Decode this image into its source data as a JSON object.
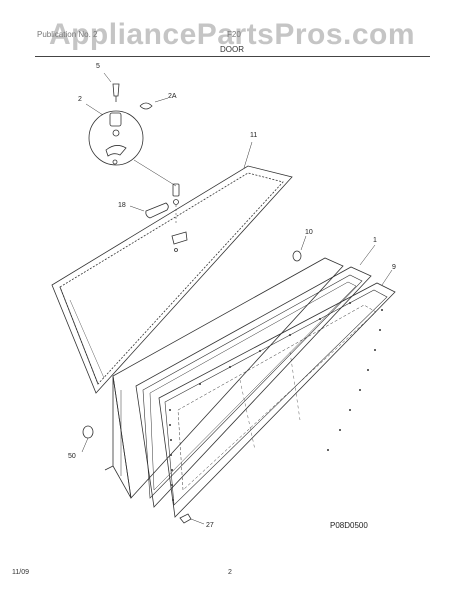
{
  "watermark": "AppliancePartsPros.com",
  "header": {
    "left_text": "Publication No. 2",
    "mid_text": "F20",
    "title": "DOOR"
  },
  "callouts": {
    "c5": "5",
    "c2": "2",
    "c2a": "2A",
    "c11": "11",
    "c18": "18",
    "c10": "10",
    "c1": "1",
    "c9": "9",
    "c50": "50",
    "c27": "27"
  },
  "diagram_code": "P08D0500",
  "footer": {
    "date": "11/09",
    "page": "2"
  },
  "colors": {
    "line": "#333333",
    "watermark": "#969696"
  }
}
